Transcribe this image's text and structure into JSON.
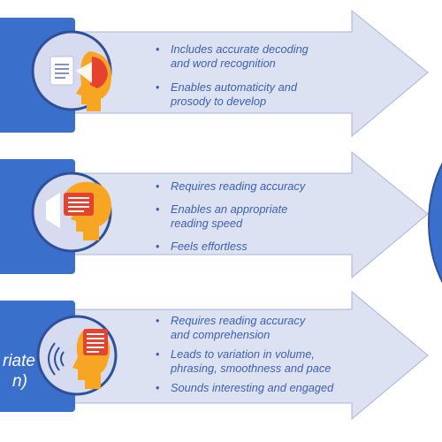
{
  "colors": {
    "card_blue": "#3a6fcb",
    "arrow_fill": "#dde2f2",
    "arrow_border": "#9aa8d6",
    "bullet_text": "#3b5fb5",
    "circle_outline": "#2d4f9c",
    "head_orange": "#f6a623",
    "brain_red": "#e5432d"
  },
  "rows": [
    {
      "icon": "head-reading-paper-icon",
      "label": [],
      "bullets": [
        [
          "Includes accurate decoding",
          "and word recognition"
        ],
        [
          "Enables automaticity and",
          "prosody to develop"
        ]
      ]
    },
    {
      "icon": "head-with-page-icon",
      "label": [],
      "bullets": [
        [
          "Requires reading accuracy"
        ],
        [
          "Enables an appropriate",
          "reading speed"
        ],
        [
          "Feels effortless"
        ]
      ]
    },
    {
      "icon": "head-speaking-sound-waves-icon",
      "label": [
        "riate",
        "n)"
      ],
      "bullets": [
        [
          "Requires reading accuracy",
          "and comprehension"
        ],
        [
          "Leads to variation in volume,",
          "phrasing, smoothness and pace"
        ],
        [
          "Sounds interesting and engaged"
        ]
      ]
    }
  ]
}
